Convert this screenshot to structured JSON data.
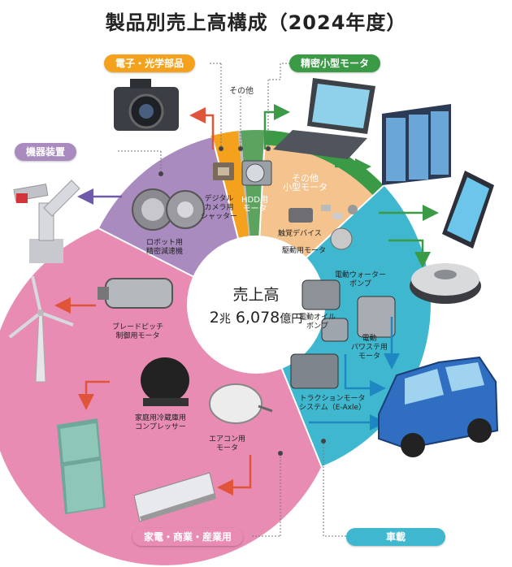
{
  "title": "製品別売上高構成（2024年度）",
  "center": {
    "label": "売上高",
    "value_num1": "2",
    "value_unit1": "兆",
    "value_num2": "6,078",
    "value_unit2": "億円"
  },
  "categories": {
    "electronics": "電子・光学部品",
    "precision_motor": "精密小型モータ",
    "machinery": "機器装置",
    "home_industrial": "家電・商業・産業用",
    "automotive": "車載",
    "other": "その他"
  },
  "segments": {
    "camera_shutter": "デジタル\nカメラ用\nシャッター",
    "hdd_motor": "HDD用\nモータ",
    "small_motor_other": "その他\n小型モータ",
    "haptic": "触覚デバイス",
    "drive_motor": "駆動用モータ",
    "robot_reducer": "ロボット用\n精密減速機",
    "blade_pitch": "ブレードピッチ\n制御用モータ",
    "compressor": "家庭用冷蔵庫用\nコンプレッサー",
    "aircon_motor": "エアコン用\nモータ",
    "water_pump": "電動ウォーター\nポンプ",
    "oil_pump": "電動オイル\nポンプ",
    "eps_motor": "電動\nパワステ用\nモータ",
    "e_axle": "トラクションモータ\nシステム（E-Axle）"
  },
  "colors": {
    "orange": "#f4a21e",
    "green": "#3a9a45",
    "peach": "#f5c48e",
    "purple": "#a98bc0",
    "pink": "#e88cb4",
    "cyan": "#3fb8cf",
    "red_arrow": "#e0553a",
    "purple_arrow": "#6e5aa8",
    "blue_arrow": "#1f87c2"
  },
  "icons": [
    "camera-icon",
    "laptop-icon",
    "server-icon",
    "smartphone-icon",
    "robot-vacuum-icon",
    "robot-arm-icon",
    "wind-turbine-icon",
    "refrigerator-icon",
    "air-conditioner-icon",
    "car-icon"
  ]
}
